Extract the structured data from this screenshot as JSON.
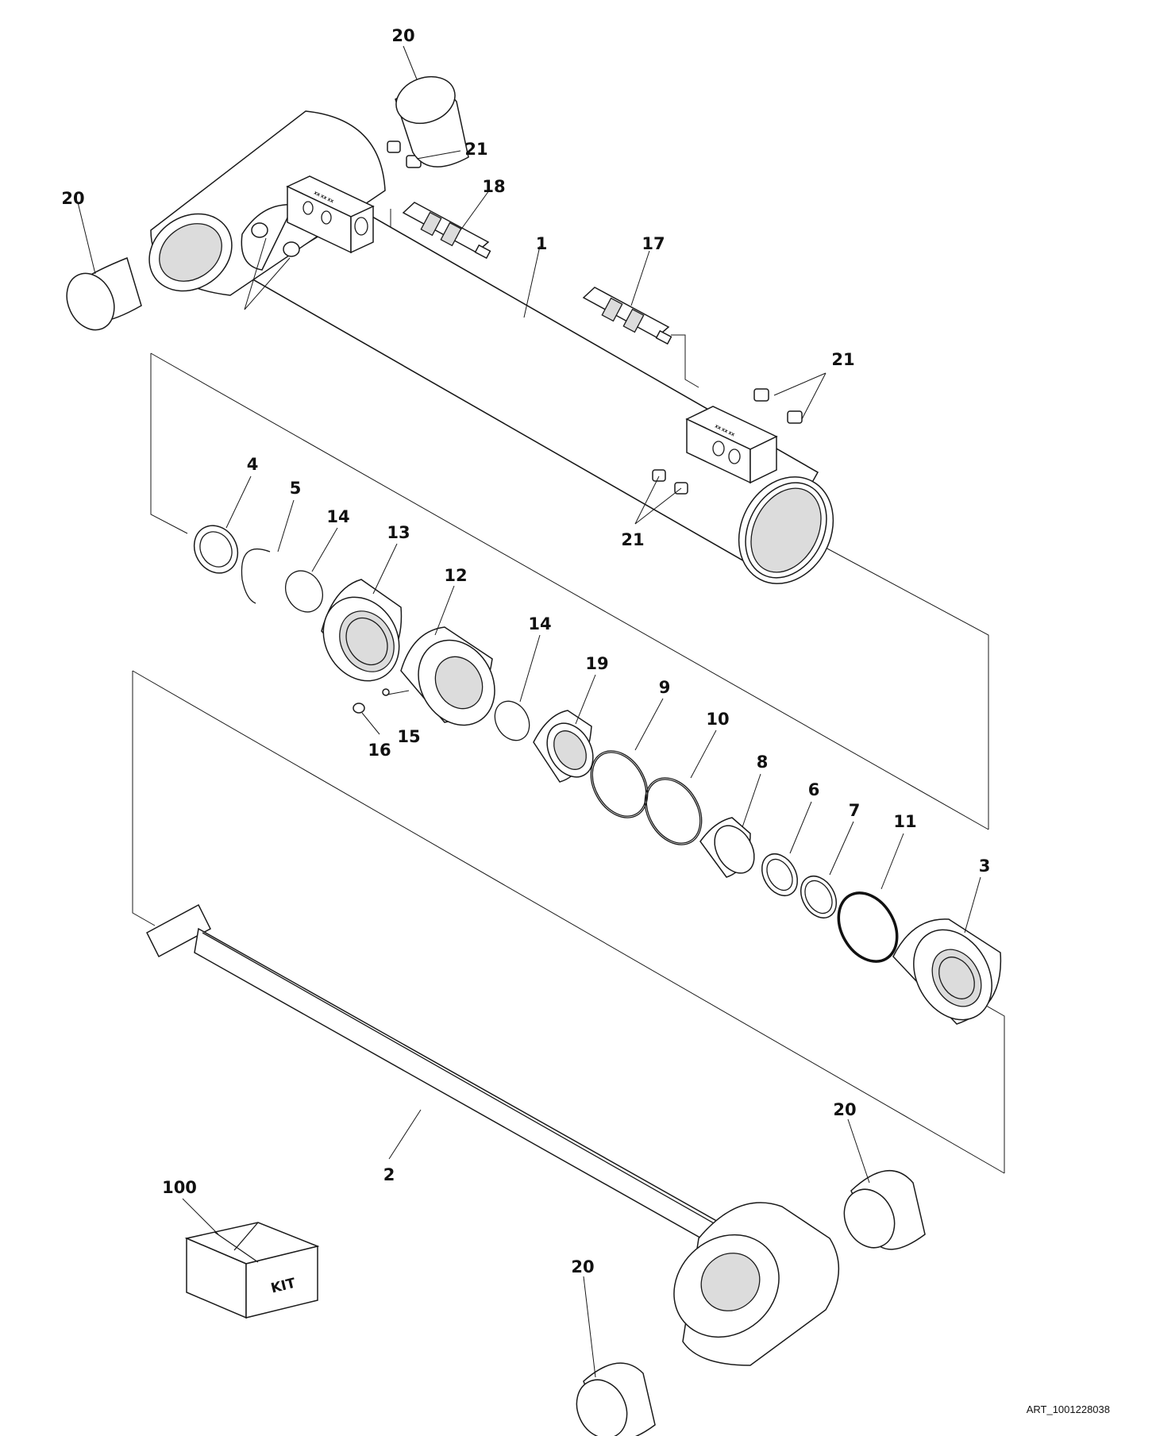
{
  "drawing_ref": "ART_1001228038",
  "kit_label": "KIT",
  "block_marking": "XX XX XX",
  "callouts": [
    "20",
    "21",
    "18",
    "20",
    "1",
    "17",
    "21",
    "21",
    "4",
    "5",
    "14",
    "13",
    "12",
    "14",
    "19",
    "9",
    "10",
    "15",
    "16",
    "8",
    "6",
    "7",
    "11",
    "3",
    "20",
    "2",
    "100",
    "20"
  ]
}
